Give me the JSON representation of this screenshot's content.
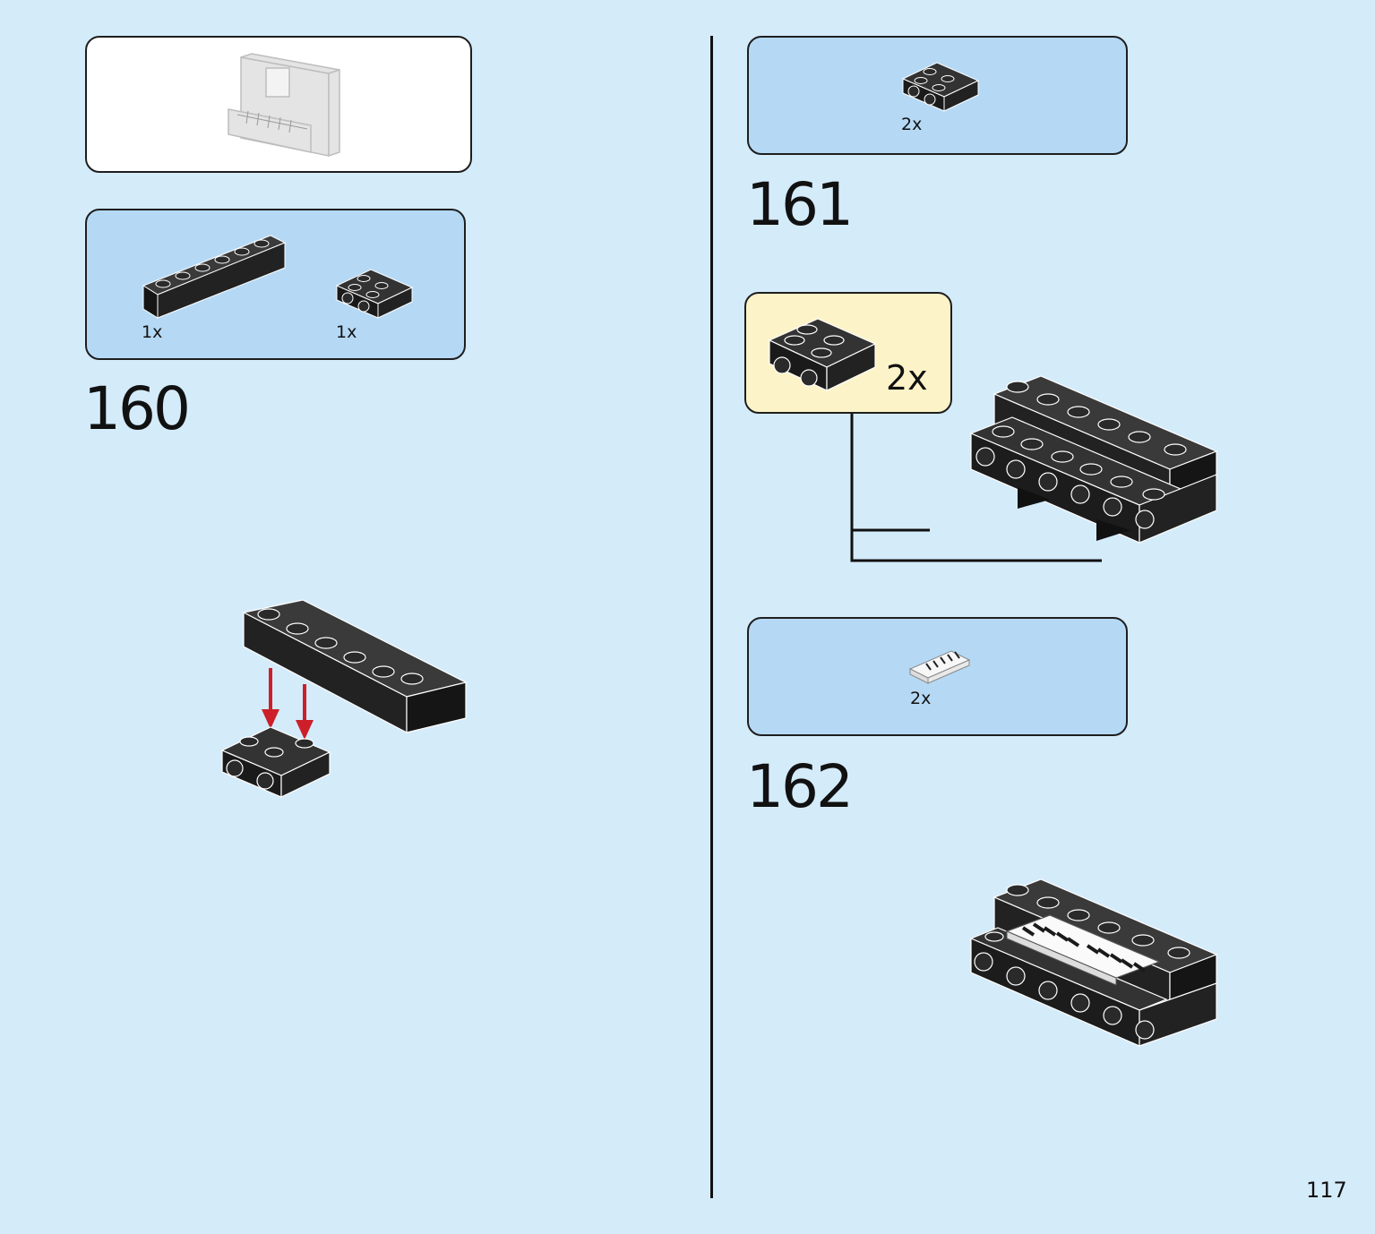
{
  "page_number": "117",
  "steps": [
    {
      "number": "160",
      "parts": [
        {
          "name": "1x6-brick-black",
          "qty": "1x"
        },
        {
          "name": "2x2-plate-side-studs-black",
          "qty": "1x"
        }
      ]
    },
    {
      "number": "161",
      "parts": [
        {
          "name": "2x2-plate-side-studs-black",
          "qty": "2x"
        }
      ],
      "callout": {
        "qty": "2x"
      }
    },
    {
      "number": "162",
      "parts": [
        {
          "name": "piano-keys-tile-white",
          "qty": "2x"
        }
      ]
    }
  ],
  "colors": {
    "background": "#d4ebfa",
    "parts_panel": "#b5d9f5",
    "callout_panel": "#fdf3c8",
    "brick": "#222222",
    "arrow_red": "#cc1f2a"
  }
}
